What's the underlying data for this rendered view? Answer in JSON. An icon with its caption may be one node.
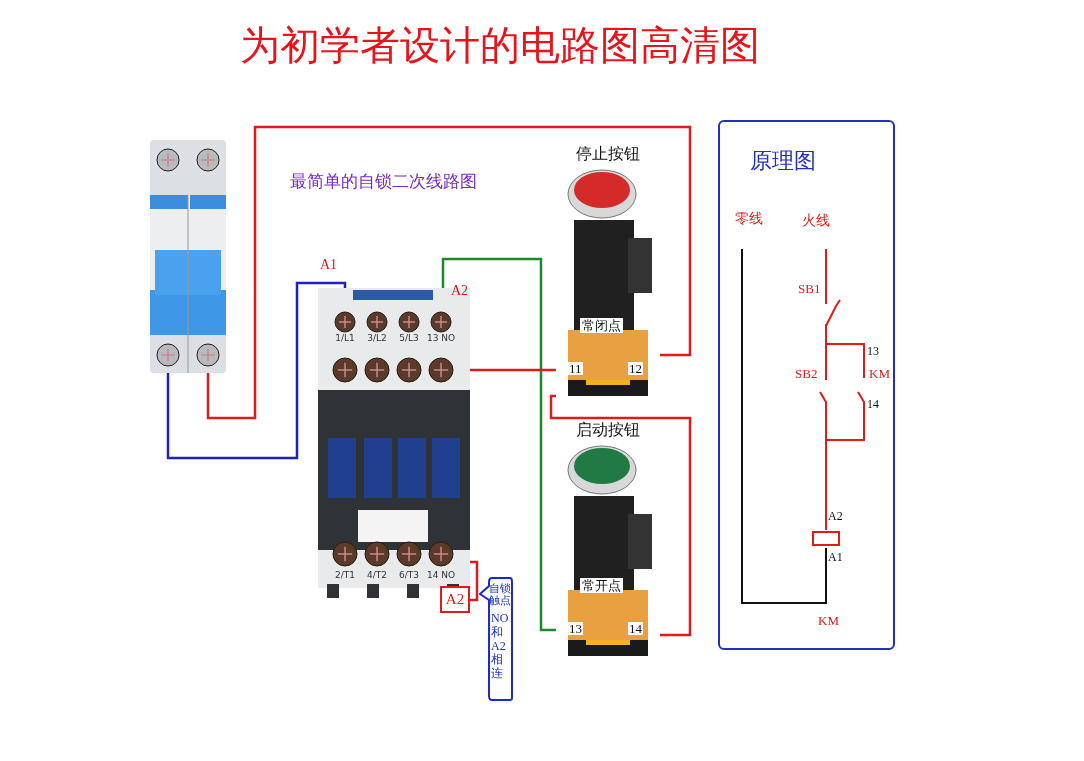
{
  "diagram": {
    "title": "为初学者设计的电路图高清图",
    "nodes": [
      {
        "text": [],
        "shape": "picture"
      },
      {
        "text": [
          "1/L1",
          "3/L2",
          "5/L3",
          "13 NO",
          "2/T1",
          "4/T2",
          "6/T3",
          "14 NO"
        ]
      },
      {
        "text": [
          "停止按钮",
          "常闭点",
          "11",
          "12"
        ]
      },
      {
        "text": [
          "启动按钮",
          "常开点",
          "13",
          "14"
        ]
      },
      {
        "text": [
          "A2"
        ]
      },
      {
        "text": [
          "自锁触点",
          "NO和A2相连"
        ]
      },
      {
        "text": [
          "原理图"
        ]
      }
    ],
    "edges": [
      {
        "from": 0,
        "to": 2,
        "arrow": "none"
      },
      {
        "from": 0,
        "to": 1,
        "arrow": "none",
        "color": "#1f1fc8"
      },
      {
        "from": 1,
        "to": 3,
        "arrow": "none",
        "color": "#1a8a2a"
      },
      {
        "from": 1,
        "to": 2,
        "arrow": "none"
      },
      {
        "from": 2,
        "to": 3,
        "arrow": "none"
      },
      {
        "from": 1,
        "to": 4,
        "arrow": "none"
      }
    ],
    "labels": [
      "最简单的自锁二次线路图",
      "A1",
      "A2",
      "零线",
      "火线",
      "SB1",
      "13",
      "SB2",
      "KM",
      "14",
      "A2",
      "A1",
      "KM"
    ]
  }
}
